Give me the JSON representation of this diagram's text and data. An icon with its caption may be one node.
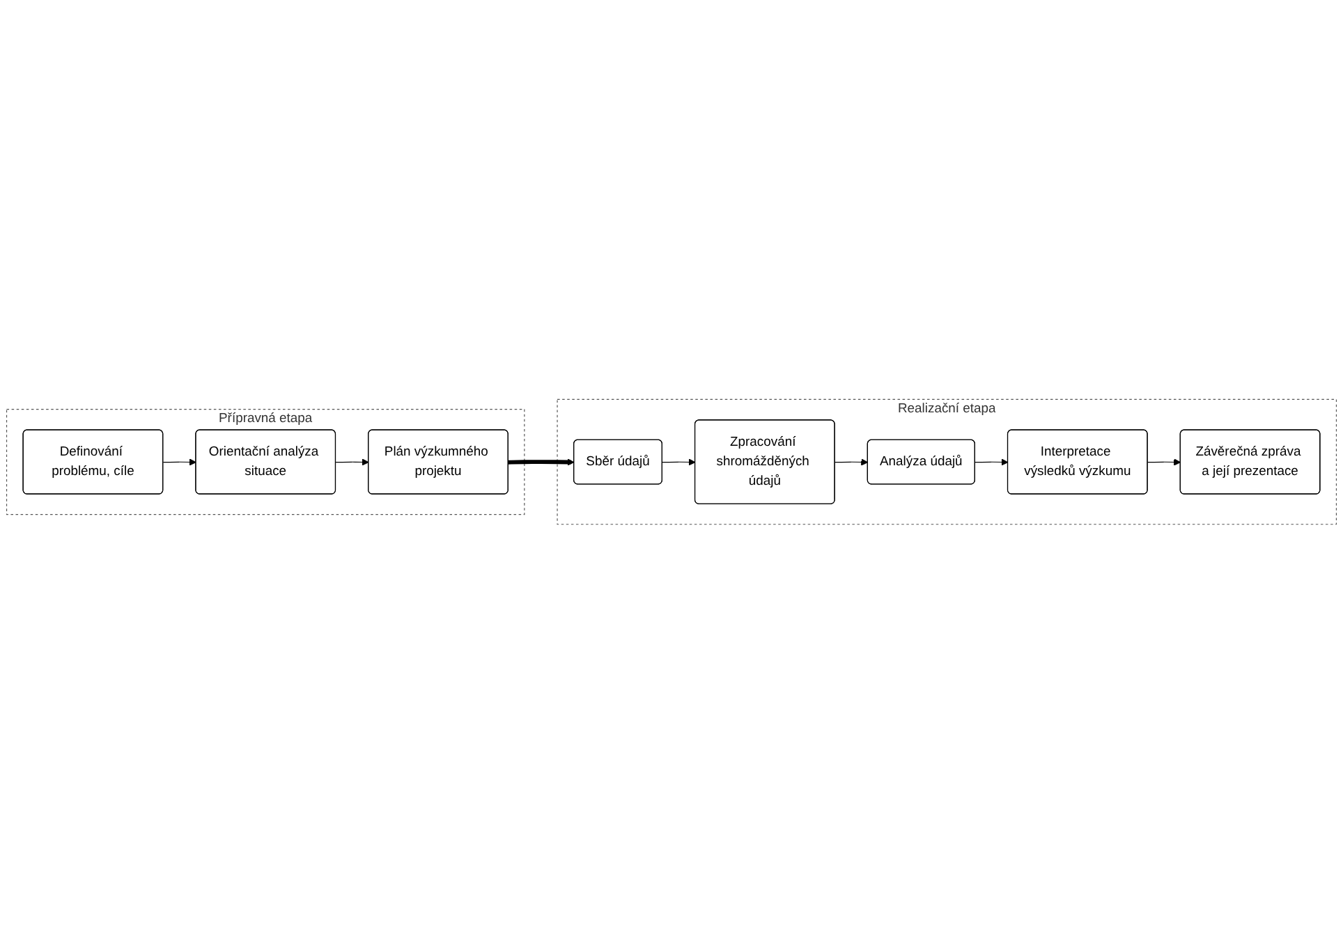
{
  "diagram": {
    "nodes": [
      {
        "text": [
          "Přípravná etapa"
        ]
      },
      {
        "text": [
          "Definování problému, cíle"
        ],
        "in": 0
      },
      {
        "text": [
          "Orientační analýza situace"
        ],
        "in": 0
      },
      {
        "text": [
          "Plán výzkumného projektu"
        ],
        "in": 0
      },
      {
        "text": [
          "Realizační etapa"
        ]
      },
      {
        "text": [
          "Sběr údajů"
        ],
        "in": 4
      },
      {
        "text": [
          "Zpracování shromážděných údajů"
        ],
        "in": 4
      },
      {
        "text": [
          "Analýza údajů"
        ],
        "in": 4
      },
      {
        "text": [
          "Interpretace výsledků výzkumu"
        ],
        "in": 4
      },
      {
        "text": [
          "Závěrečná zpráva a její prezentace"
        ],
        "in": 4
      }
    ],
    "edges": [
      {
        "from": 1,
        "to": 2,
        "arrow": "to"
      },
      {
        "from": 2,
        "to": 3,
        "arrow": "to"
      },
      {
        "from": 3,
        "to": 5,
        "arrow": "to",
        "style": "thick"
      },
      {
        "from": 5,
        "to": 6,
        "arrow": "to"
      },
      {
        "from": 6,
        "to": 7,
        "arrow": "to"
      },
      {
        "from": 7,
        "to": 8,
        "arrow": "to"
      },
      {
        "from": 8,
        "to": 9,
        "arrow": "to"
      }
    ]
  }
}
